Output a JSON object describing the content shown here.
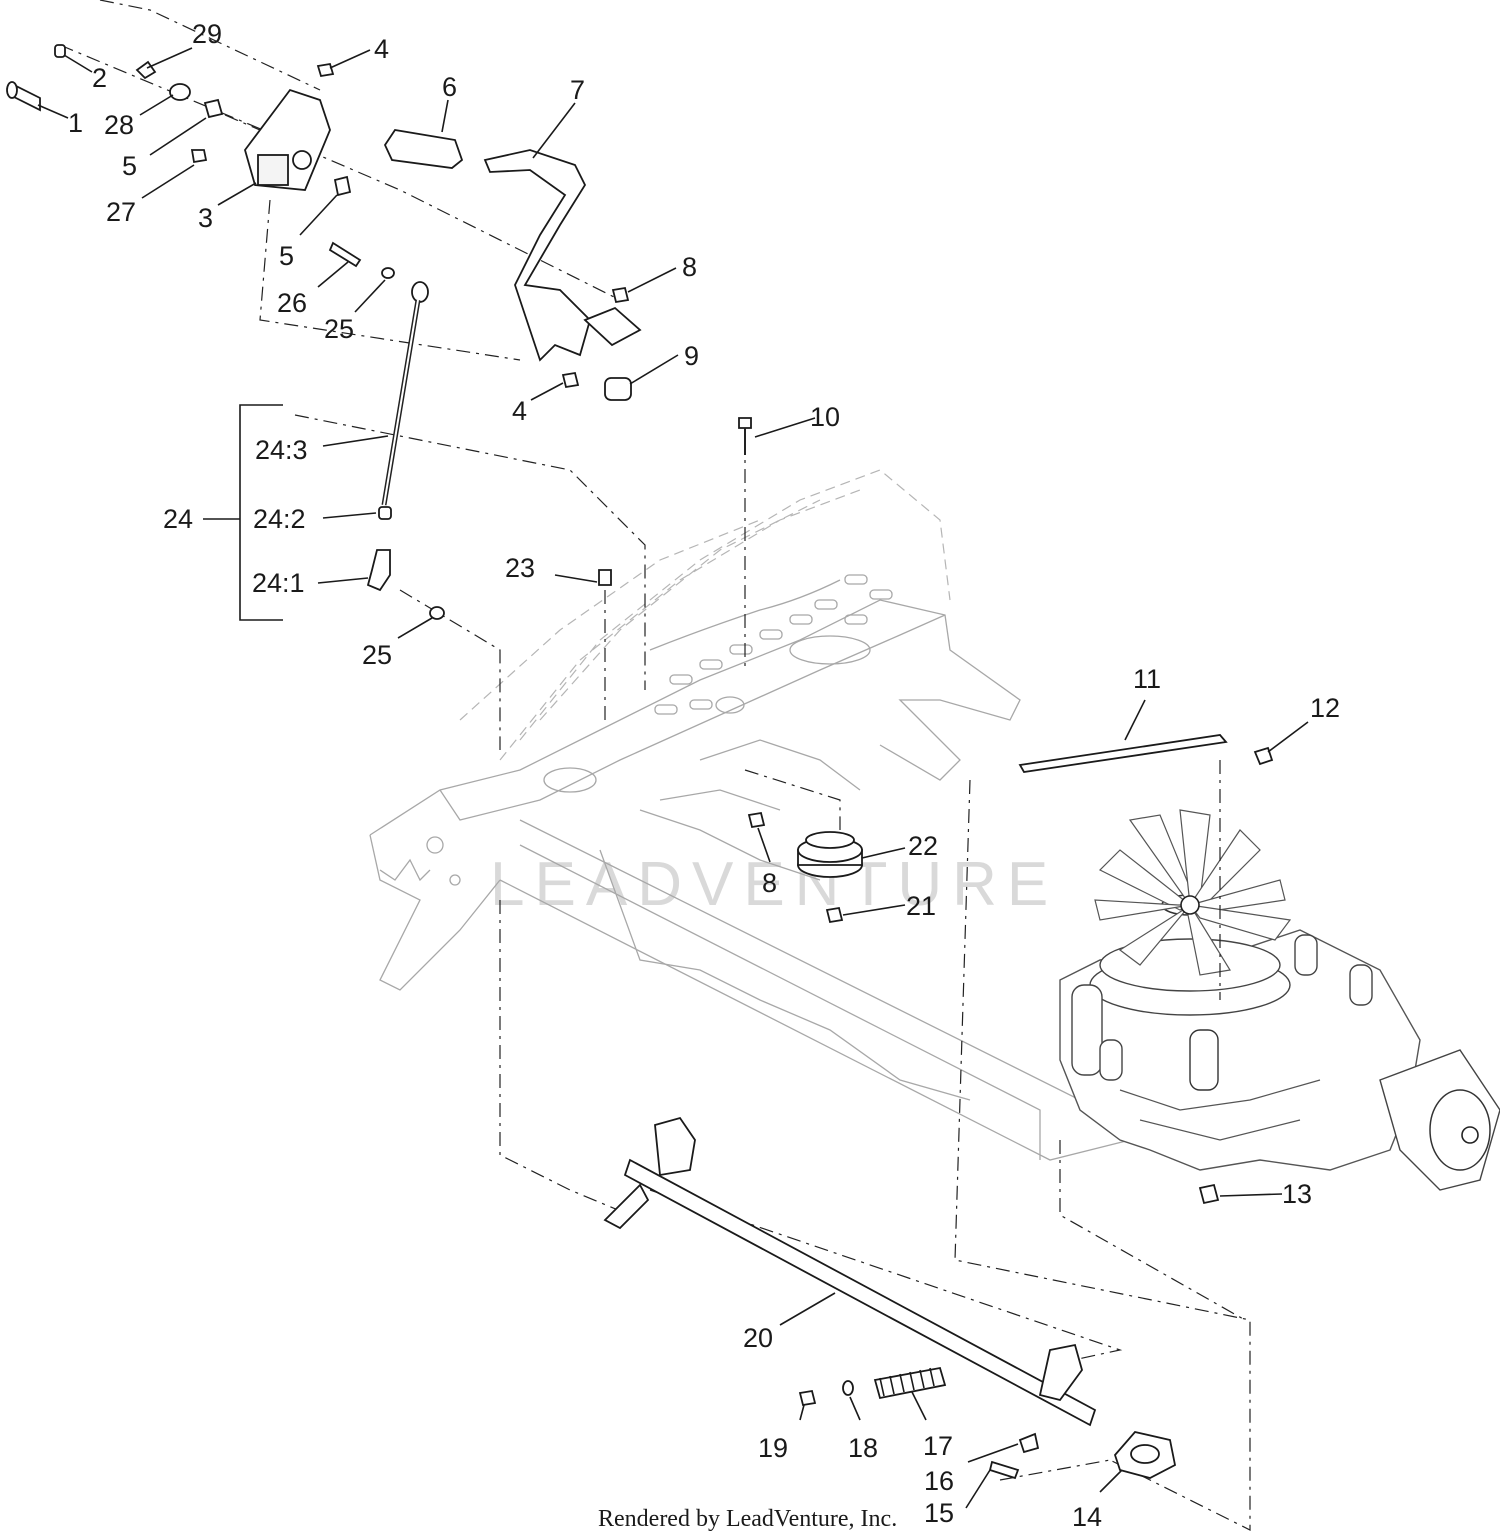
{
  "watermark": "LEADVENTURE",
  "credit": "Rendered by LeadVenture, Inc.",
  "callouts": [
    {
      "id": "c1",
      "label": "1"
    },
    {
      "id": "c2",
      "label": "2"
    },
    {
      "id": "c29",
      "label": "29"
    },
    {
      "id": "c4a",
      "label": "4"
    },
    {
      "id": "c28",
      "label": "28"
    },
    {
      "id": "c5a",
      "label": "5"
    },
    {
      "id": "c27",
      "label": "27"
    },
    {
      "id": "c3",
      "label": "3"
    },
    {
      "id": "c5b",
      "label": "5"
    },
    {
      "id": "c6",
      "label": "6"
    },
    {
      "id": "c7",
      "label": "7"
    },
    {
      "id": "c8a",
      "label": "8"
    },
    {
      "id": "c26",
      "label": "26"
    },
    {
      "id": "c25a",
      "label": "25"
    },
    {
      "id": "c9",
      "label": "9"
    },
    {
      "id": "c4b",
      "label": "4"
    },
    {
      "id": "c10",
      "label": "10"
    },
    {
      "id": "c24_3",
      "label": "24:3"
    },
    {
      "id": "c24",
      "label": "24"
    },
    {
      "id": "c24_2",
      "label": "24:2"
    },
    {
      "id": "c24_1",
      "label": "24:1"
    },
    {
      "id": "c23",
      "label": "23"
    },
    {
      "id": "c25b",
      "label": "25"
    },
    {
      "id": "c11",
      "label": "11"
    },
    {
      "id": "c12",
      "label": "12"
    },
    {
      "id": "c22",
      "label": "22"
    },
    {
      "id": "c8b",
      "label": "8"
    },
    {
      "id": "c21",
      "label": "21"
    },
    {
      "id": "c13",
      "label": "13"
    },
    {
      "id": "c20",
      "label": "20"
    },
    {
      "id": "c19",
      "label": "19"
    },
    {
      "id": "c18",
      "label": "18"
    },
    {
      "id": "c17",
      "label": "17"
    },
    {
      "id": "c16",
      "label": "16"
    },
    {
      "id": "c15",
      "label": "15"
    },
    {
      "id": "c14",
      "label": "14"
    }
  ]
}
